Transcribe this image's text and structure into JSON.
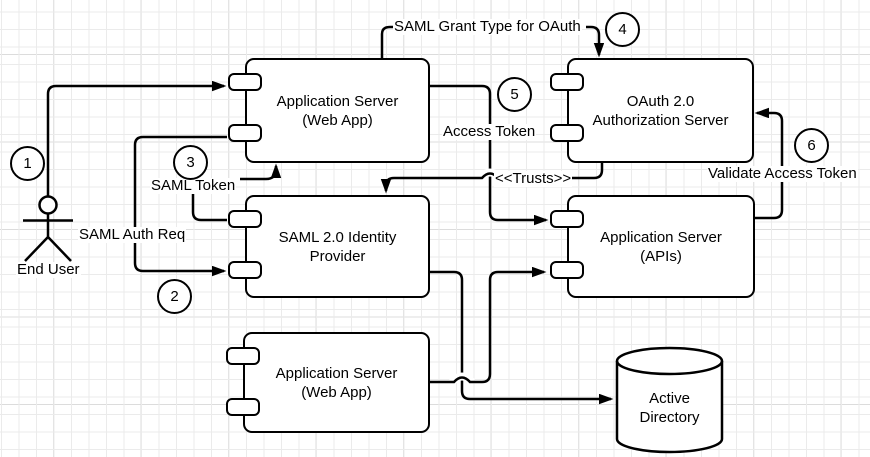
{
  "canvas": {
    "background": "#ffffff",
    "stroke_color": "#000000",
    "grid_minor_color": "#ebebeb",
    "grid_major_color": "#dcdcdc"
  },
  "actor": {
    "label": "End User"
  },
  "nodes": {
    "webapp_top": {
      "label": "Application Server\n(Web App)"
    },
    "oauth": {
      "label": "OAuth 2.0\nAuthorization Server"
    },
    "idp": {
      "label": "SAML 2.0 Identity\nProvider"
    },
    "apis": {
      "label": "Application Server\n(APIs)"
    },
    "webapp_bottom": {
      "label": "Application Server\n(Web App)"
    },
    "active_directory": {
      "label": "Active\nDirectory"
    }
  },
  "edge_labels": {
    "saml_grant": "SAML Grant Type for OAuth",
    "access_token": "Access Token",
    "saml_token": "SAML Token",
    "saml_auth_req": "SAML Auth Req",
    "trusts": "<<Trusts>>",
    "validate_access_token": "Validate Access Token"
  },
  "steps": [
    "1",
    "2",
    "3",
    "4",
    "5",
    "6"
  ]
}
